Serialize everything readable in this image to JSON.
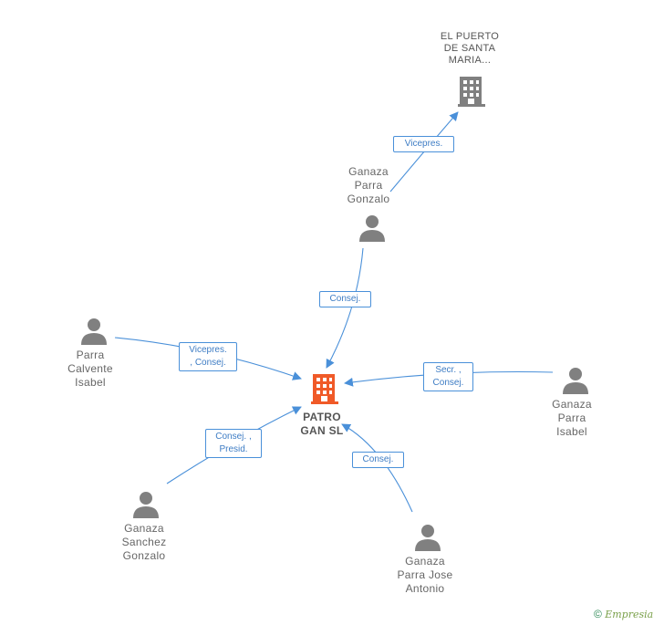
{
  "nodes": {
    "el_puerto": {
      "lines": [
        "EL PUERTO",
        "DE SANTA",
        "MARIA..."
      ]
    },
    "patro": {
      "lines": [
        "PATRO",
        "GAN SL"
      ]
    },
    "gonzalo_parra": {
      "lines": [
        "Ganaza",
        "Parra",
        "Gonzalo"
      ]
    },
    "parra_calvente": {
      "lines": [
        "Parra",
        "Calvente",
        "Isabel"
      ]
    },
    "parra_isabel": {
      "lines": [
        "Ganaza",
        "Parra",
        "Isabel"
      ]
    },
    "sanchez_gonzalo": {
      "lines": [
        "Ganaza",
        "Sanchez",
        "Gonzalo"
      ]
    },
    "jose_antonio": {
      "lines": [
        "Ganaza",
        "Parra Jose",
        "Antonio"
      ]
    }
  },
  "edges": {
    "vicepres_top": {
      "lines": [
        "Vicepres."
      ]
    },
    "consej_gonzalo": {
      "lines": [
        "Consej."
      ]
    },
    "vicepres_consej": {
      "lines": [
        "Vicepres.",
        ", Consej."
      ]
    },
    "secr_consej": {
      "lines": [
        "Secr. ,",
        "Consej."
      ]
    },
    "consej_presid": {
      "lines": [
        "Consej. ,",
        "Presid."
      ]
    },
    "consej_jose": {
      "lines": [
        "Consej."
      ]
    }
  },
  "footer": {
    "copyright": "©",
    "brand": "Empresia"
  },
  "colors": {
    "edge": "#4a90d9",
    "person": "#808080",
    "company": "#808080",
    "focus_company": "#f05a28"
  }
}
